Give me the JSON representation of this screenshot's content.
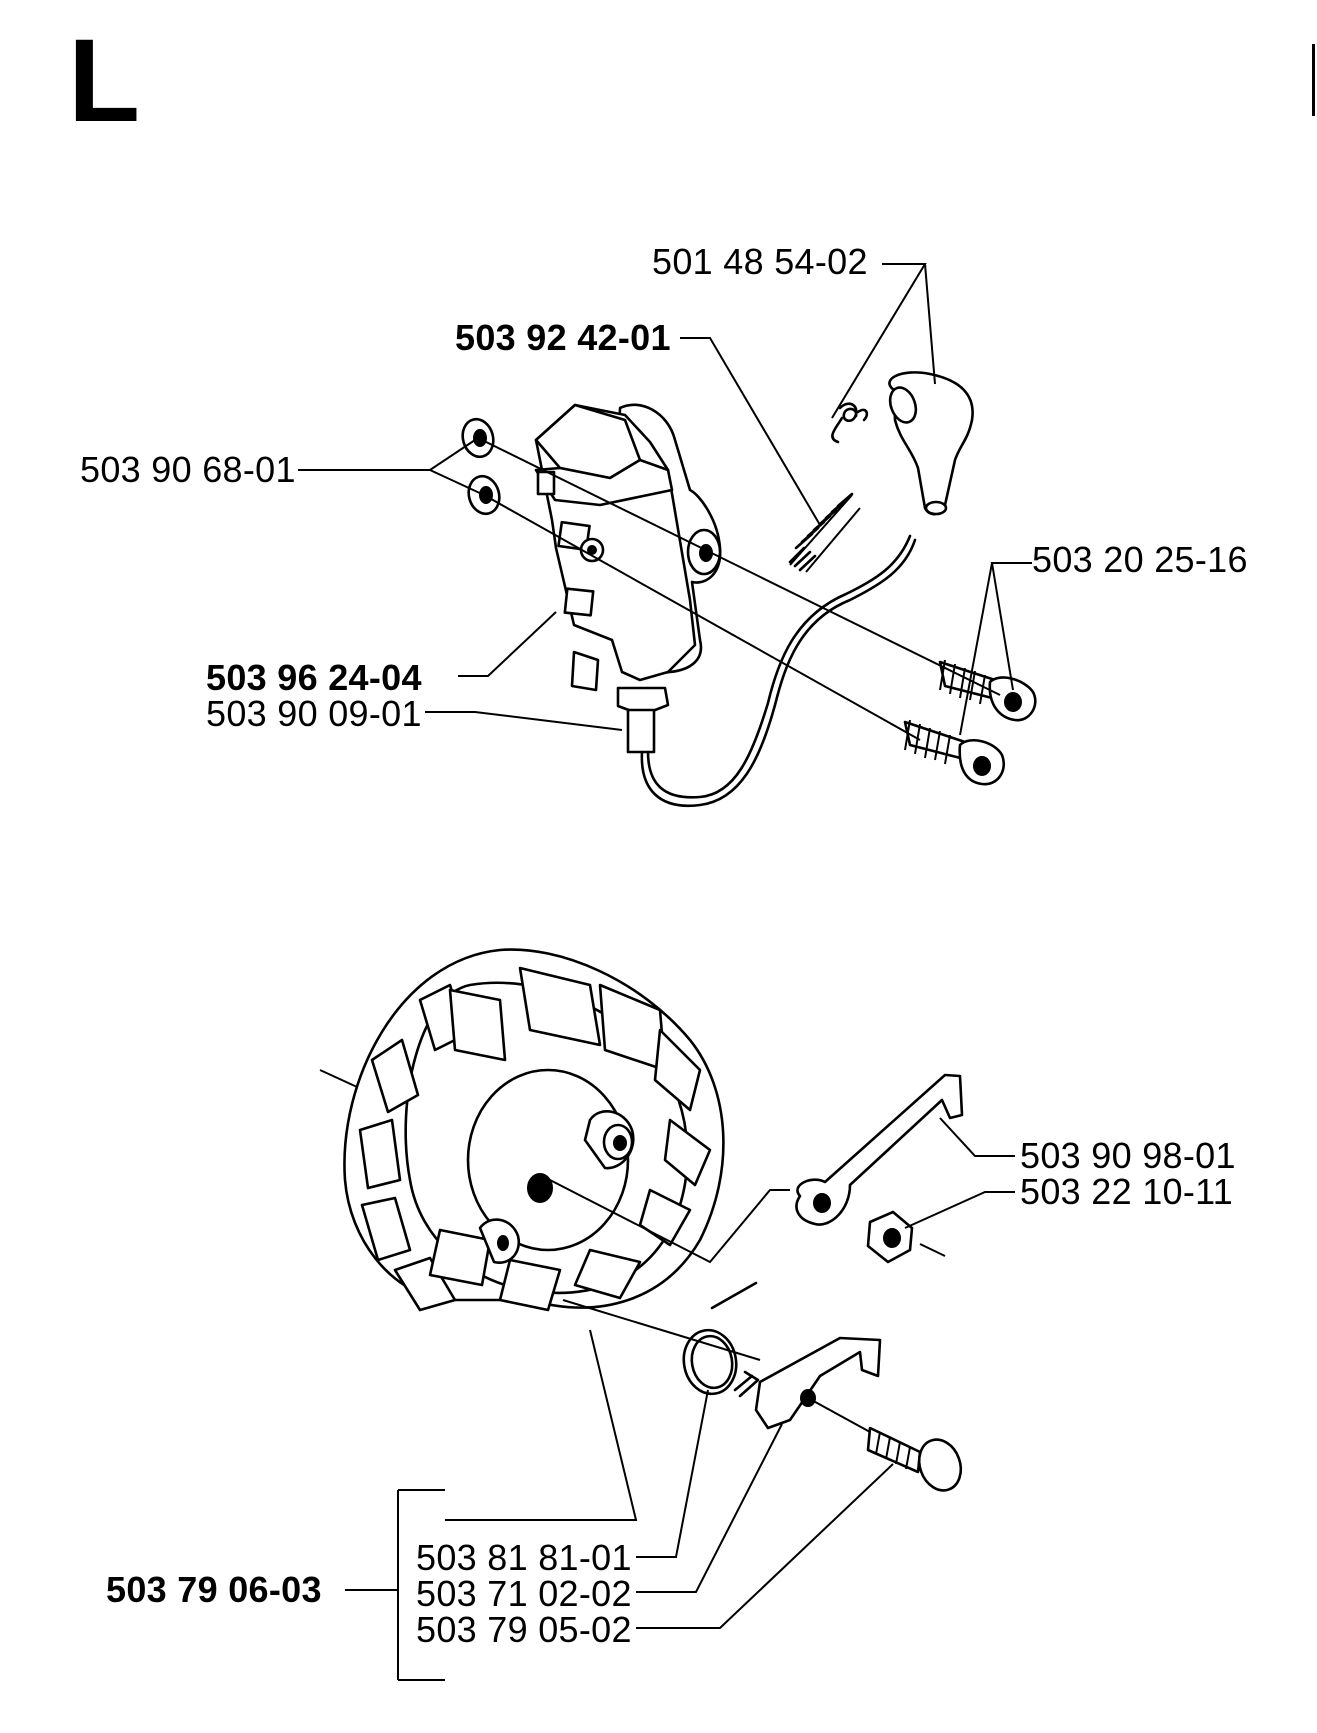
{
  "page": {
    "section_letter": "L"
  },
  "labels": {
    "spark_plug_boot_spring": "501 48 54-02",
    "spark_spring": "503 92 42-01",
    "washer": "503 90 68-01",
    "screws": "503 20 25-16",
    "ignition_module": "503 96 24-04",
    "hv_cable": "503 90 09-01",
    "pawl": "503 90 98-01",
    "nut": "503 22 10-11",
    "flywheel_assembly": "503 79 06-03",
    "flywheel_spring": "503 81 81-01",
    "flywheel_pawl": "503 71 02-02",
    "pawl_pin": "503 79 05-02"
  }
}
